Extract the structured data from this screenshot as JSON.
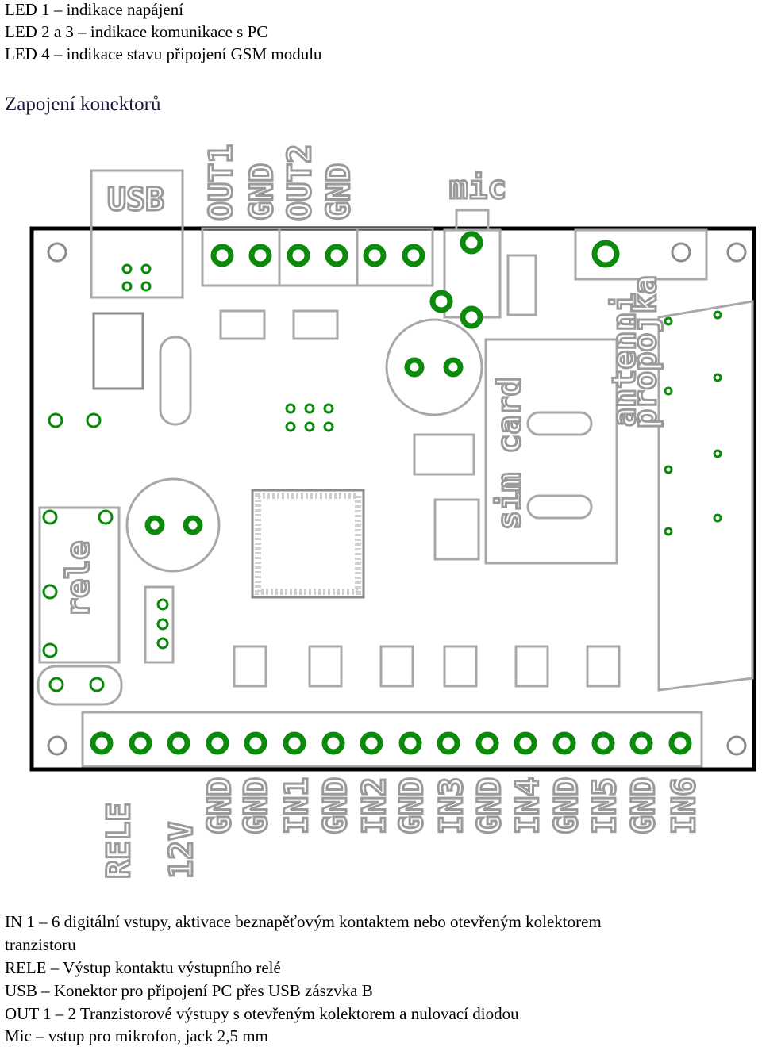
{
  "top_lines": [
    "LED 1 – indikace napájení",
    "LED 2 a 3 – indikace komunikace s PC",
    "LED 4 – indikace stavu připojení GSM modulu"
  ],
  "heading": "Zapojení konektorů",
  "board_labels": {
    "usb": "USB",
    "out1": "OUT1",
    "gnd_a": "GND",
    "out2": "OUT2",
    "gnd_b": "GND",
    "mic": "mic",
    "antenna": "antenni",
    "propojka": "propojka",
    "sim": "sim card",
    "rele_block": "rele",
    "bottom": [
      "RELE",
      "12V",
      "GND",
      "GND",
      "IN1",
      "GND",
      "IN2",
      "GND",
      "IN3",
      "GND",
      "IN4",
      "GND",
      "IN5",
      "GND",
      "IN6"
    ]
  },
  "bottom_lines": [
    "IN 1 – 6 digitální vstupy, aktivace beznapěťovým kontaktem nebo otevřeným kolektorem",
    "tranzistoru",
    "RELE – Výstup kontaktu výstupního relé",
    "USB – Konektor pro připojení PC přes USB zászvka B",
    "OUT 1 – 2 Tranzistorové výstupy s otevřeným kolektorem a nulovací diodou",
    "Mic – vstup pro mikrofon, jack 2,5 mm"
  ],
  "colors": {
    "pad": "#0b8a0b",
    "outline": "#000000",
    "silk": "#a8a8a8"
  }
}
